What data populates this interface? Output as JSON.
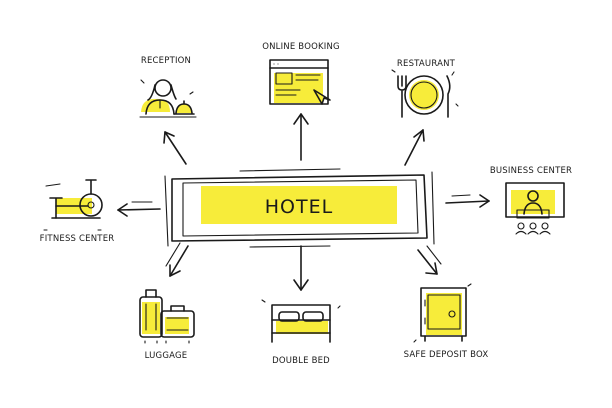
{
  "colors": {
    "accent": "#f7ec3a",
    "ink": "#1a1a1a",
    "background": "#ffffff"
  },
  "center": {
    "label": "HOTEL"
  },
  "nodes": [
    {
      "key": "reception",
      "label": "RECEPTION",
      "icon": "receptionist-bell-icon"
    },
    {
      "key": "online_booking",
      "label": "ONLINE BOOKING",
      "icon": "browser-cursor-icon"
    },
    {
      "key": "restaurant",
      "label": "RESTAURANT",
      "icon": "plate-fork-knife-icon"
    },
    {
      "key": "business_center",
      "label": "BUSINESS CENTER",
      "icon": "presentation-screen-icon"
    },
    {
      "key": "safe_deposit_box",
      "label": "SAFE DEPOSIT BOX",
      "icon": "safe-icon"
    },
    {
      "key": "double_bed",
      "label": "DOUBLE BED",
      "icon": "double-bed-icon"
    },
    {
      "key": "luggage",
      "label": "LUGGAGE",
      "icon": "suitcases-icon"
    },
    {
      "key": "fitness_center",
      "label": "FITNESS CENTER",
      "icon": "exercise-bike-icon"
    }
  ]
}
